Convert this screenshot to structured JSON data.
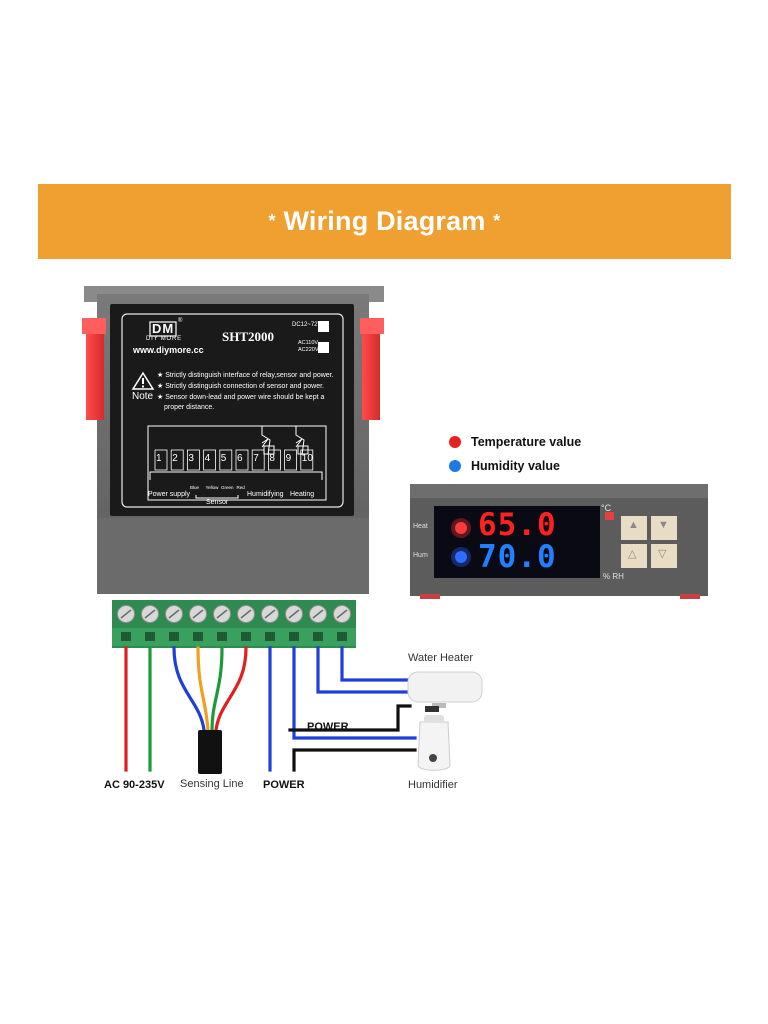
{
  "banner": {
    "star_left": "*",
    "title": "Wiring Diagram",
    "star_right": "*",
    "background": "#f0a030"
  },
  "controller": {
    "logo_text": "DM",
    "brand": "DIY MORE",
    "registered": "®",
    "website": "www.diymore.cc",
    "model": "SHT2000",
    "voltage_option_1": "DC12~72V",
    "voltage_option_2_line1": "AC110V",
    "voltage_option_2_line2": "AC220V",
    "note_label": "Note",
    "note_lines": [
      "★ Strictly distinguish interface of relay,sensor and power.",
      "★ Strictly distinguish connection of sensor and power.",
      "★ Sensor down-lead and power wire should be kept a",
      "proper distance."
    ],
    "terminals": [
      "1",
      "2",
      "3",
      "4",
      "5",
      "6",
      "7",
      "8",
      "9",
      "10"
    ],
    "sensor_wire_colors": [
      "Blue",
      "Yellow",
      "Green",
      "Red"
    ],
    "label_power_supply": "Power supply",
    "label_sensor": "Sensor",
    "label_humidifying": "Humidifying",
    "label_heating": "Heating"
  },
  "display": {
    "heat_label": "Heat",
    "hum_label": "Hum",
    "temperature_reading": "65.0",
    "humidity_reading": "70.0",
    "temperature_unit": "°C",
    "humidity_unit": "% RH",
    "temperature_color": "#ff2020",
    "humidity_color": "#2080ff"
  },
  "legend": {
    "items": [
      {
        "label": "Temperature value",
        "color": "#e82020"
      },
      {
        "label": "Humidity value",
        "color": "#1f78e8"
      }
    ]
  },
  "wiring": {
    "label_ac": "AC 90-235V",
    "label_sensing": "Sensing Line",
    "label_power_bottom": "POWER",
    "label_power_mid": "POWER",
    "label_water_heater": "Water Heater",
    "label_humidifier": "Humidifier",
    "wire_colors": {
      "red": "#e02020",
      "green": "#1a9a3a",
      "blue": "#1f40d8",
      "yellow": "#f0a020",
      "black": "#111111"
    }
  }
}
